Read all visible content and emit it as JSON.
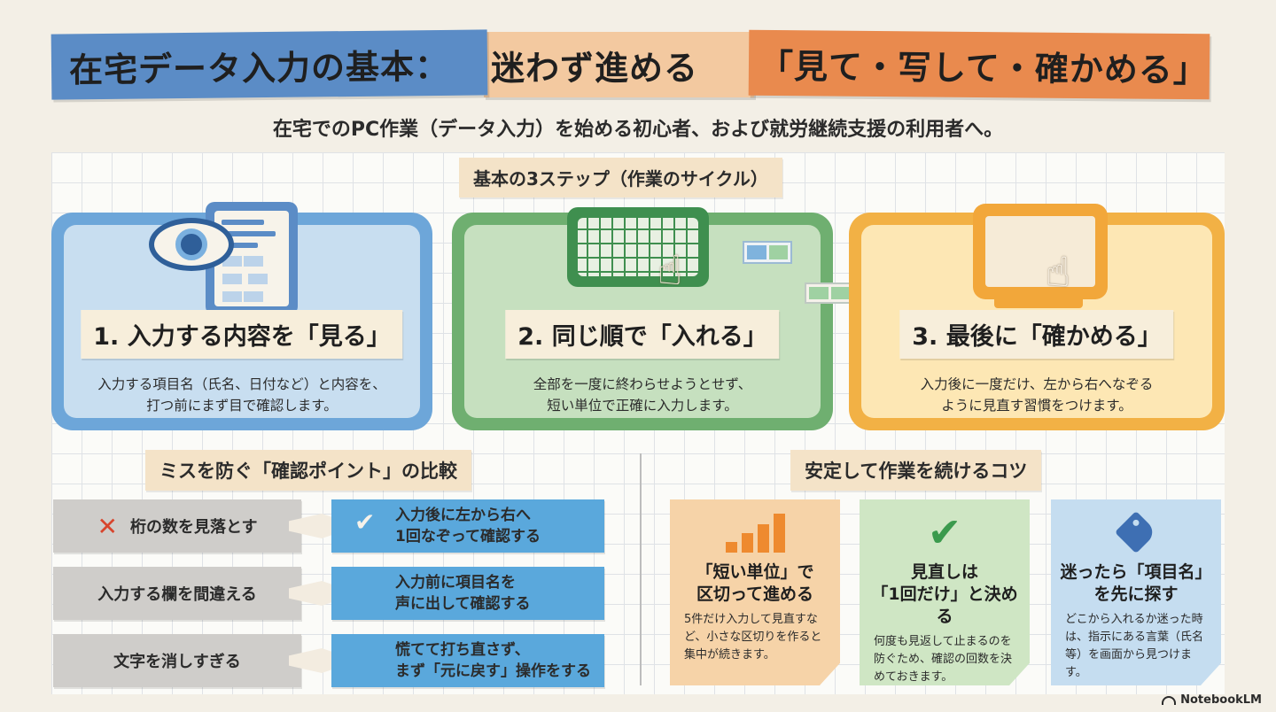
{
  "title": {
    "part1": "在宅データ入力の基本：",
    "part2": "迷わず進める",
    "part3": "「見て・写して・確かめる」"
  },
  "subtitle": "在宅でのPC作業（データ入力）を始める初心者、および就労継続支援の利用者へ。",
  "steps_heading": "基本の3ステップ（作業のサイクル）",
  "steps": [
    {
      "title": "1. 入力する内容を「見る」",
      "desc1": "入力する項目名（氏名、日付など）と内容を、",
      "desc2": "打つ前にまず目で確認します。"
    },
    {
      "title": "2. 同じ順で「入れる」",
      "desc1": "全部を一度に終わらせようとせず、",
      "desc2": "短い単位で正確に入力します。"
    },
    {
      "title": "3. 最後に「確かめる」",
      "desc1": "入力後に一度だけ、左から右へなぞる",
      "desc2": "ように見直す習慣をつけます。"
    }
  ],
  "comparison": {
    "heading": "ミスを防ぐ「確認ポイント」の比較",
    "rows": [
      {
        "mistake": "桁の数を見落とす",
        "fix": "入力後に左から右へ\n1回なぞって確認する"
      },
      {
        "mistake": "入力する欄を間違える",
        "fix": "入力前に項目名を\n声に出して確認する"
      },
      {
        "mistake": "文字を消しすぎる",
        "fix": "慌てて打ち直さず、\nまず「元に戻す」操作をする"
      }
    ]
  },
  "tips": {
    "heading": "安定して作業を続けるコツ",
    "items": [
      {
        "title": "「短い単位」で\n区切って進める",
        "desc": "5件だけ入力して見直すなど、小さな区切りを作ると集中が続きます。",
        "icon": "bar-chart-icon"
      },
      {
        "title": "見直しは\n「1回だけ」と決める",
        "desc": "何度も見返して止まるのを防ぐため、確認の回数を決めておきます。",
        "icon": "checkmark-icon"
      },
      {
        "title": "迷ったら「項目名」\nを先に探す",
        "desc": "どこから入れるか迷った時は、指示にある言葉（氏名等）を画面から見つけます。",
        "icon": "tag-icon"
      }
    ]
  },
  "brand": "NotebookLM",
  "colors": {
    "blue": "#5b8cc6",
    "green": "#6faf70",
    "orange": "#f2b145",
    "mistake_red": "#d8452d"
  }
}
